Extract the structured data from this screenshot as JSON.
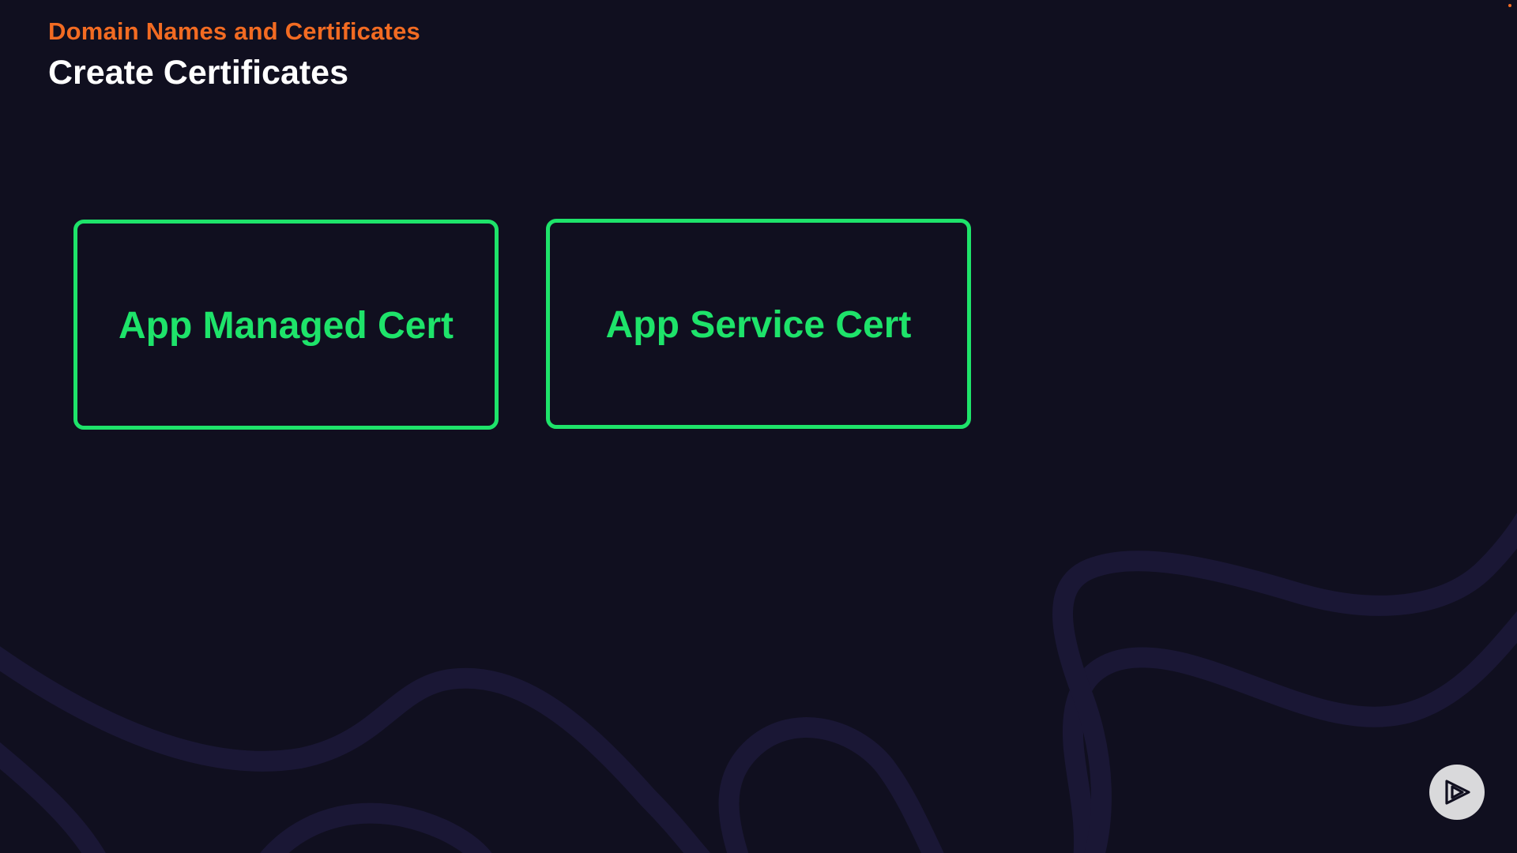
{
  "header": {
    "section_title": "Domain Names and Certificates",
    "slide_title": "Create Certificates"
  },
  "cards": [
    {
      "label": "App Managed Cert"
    },
    {
      "label": "App Service Cert"
    }
  ],
  "colors": {
    "background": "#100f1f",
    "accent_orange": "#f26b22",
    "accent_green": "#1ee36a",
    "wave": "#1a1735",
    "logo_bg": "#d9d9db"
  },
  "icons": {
    "logo": "play-logo-icon"
  }
}
